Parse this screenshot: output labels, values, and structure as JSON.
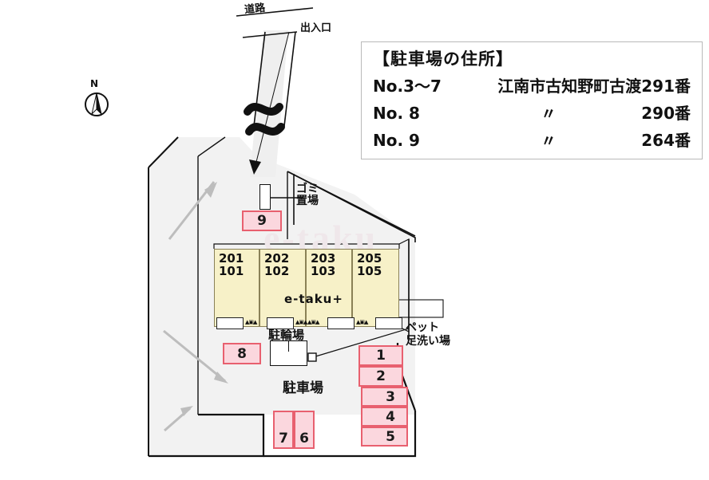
{
  "address_box": {
    "title": "【駐車場の住所】",
    "rows": [
      {
        "no": "No.3～7",
        "symbol": "",
        "value": "江南市古知野町古渡291番"
      },
      {
        "no": "No. 8",
        "symbol": "〃",
        "value": "290番"
      },
      {
        "no": "No. 9",
        "symbol": "〃",
        "value": "264番"
      }
    ]
  },
  "map_labels": {
    "road": "道路",
    "entrance": "出入口",
    "trash": "ゴミ\n置場",
    "bicycle_parking": "駐輪場",
    "car_parking": "駐車場",
    "pet_wash": "ペット\n足洗い場",
    "compass_north": "N",
    "watermark": "e-taku"
  },
  "building": {
    "brand_label": "e-taku+",
    "units": [
      {
        "upper": "201",
        "lower": "101"
      },
      {
        "upper": "202",
        "lower": "102"
      },
      {
        "upper": "203",
        "lower": "103"
      },
      {
        "upper": "205",
        "lower": "105"
      }
    ]
  },
  "parking_stalls": [
    {
      "id": "1",
      "label": "1"
    },
    {
      "id": "2",
      "label": "2"
    },
    {
      "id": "3",
      "label": "3"
    },
    {
      "id": "4",
      "label": "4"
    },
    {
      "id": "5",
      "label": "5"
    },
    {
      "id": "6",
      "label": "6"
    },
    {
      "id": "7",
      "label": "7"
    },
    {
      "id": "8",
      "label": "8"
    },
    {
      "id": "9",
      "label": "9"
    }
  ],
  "colors": {
    "stall_fill": "#fbd7de",
    "stall_border": "#e8606f",
    "unit_fill": "#f7f1c8",
    "unit_border": "#8a8157",
    "site_fill": "#f2f2f2",
    "outline": "#111111"
  }
}
